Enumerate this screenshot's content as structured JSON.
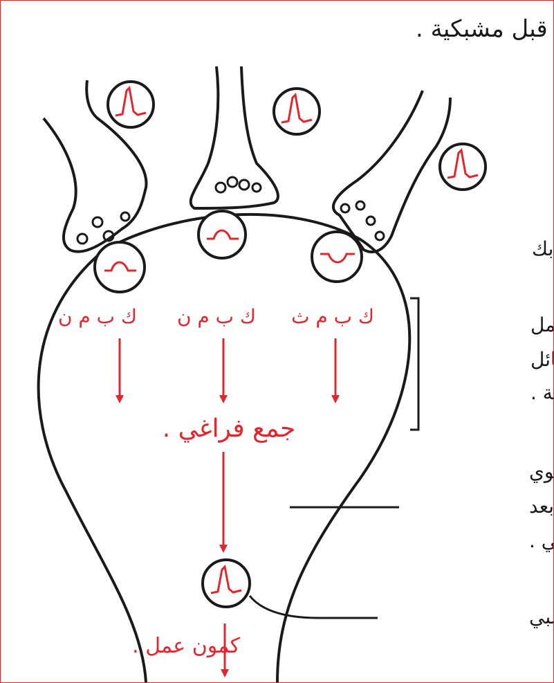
{
  "title": "ثلاث معاور أسطوانية قبل مشبكية .",
  "labels": {
    "synapses": "ثلاث مشابك",
    "integration": [
      "تكامل",
      "الرسائل",
      "المستقبلة ."
    ],
    "cell_body": [
      "جسم خلوي",
      "لعصبون بعد",
      "مشبكي ."
    ],
    "neural_integration": "تكامل عصبي"
  },
  "red_labels": {
    "psp_left": "ك ب م ن",
    "psp_middle": "ك ب م ن",
    "psp_right": "ك ب م ث",
    "spatial_sum": "جمع فراغي .",
    "action_potential": "كمون عمل ."
  },
  "colors": {
    "ink": "#1a1a1a",
    "red": "#e3262d",
    "frame": "#e3262d"
  },
  "icons": {
    "ap_trace": "action-potential-trace-icon",
    "epsp_trace": "epsp-trace-icon",
    "ipsp_trace": "ipsp-trace-icon"
  }
}
